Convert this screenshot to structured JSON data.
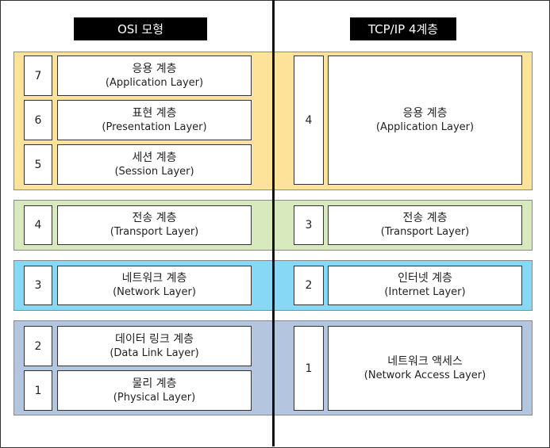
{
  "headers": {
    "osi": "OSI 모형",
    "tcpip": "TCP/IP 4계층"
  },
  "colors": {
    "application_band": "#fde29a",
    "transport_band": "#d7e9bd",
    "network_band": "#86d8f4",
    "link_band": "#b4c5df",
    "header_bg": "#000000",
    "header_text": "#ffffff",
    "box_border": "#333333"
  },
  "osi": [
    {
      "num": "7",
      "ko": "응용 계층",
      "en": "(Application Layer)"
    },
    {
      "num": "6",
      "ko": "표현 계층",
      "en": "(Presentation Layer)"
    },
    {
      "num": "5",
      "ko": "세션 계층",
      "en": "(Session Layer)"
    },
    {
      "num": "4",
      "ko": "전송 계층",
      "en": "(Transport Layer)"
    },
    {
      "num": "3",
      "ko": "네트워크 계층",
      "en": "(Network Layer)"
    },
    {
      "num": "2",
      "ko": "데이터 링크 계층",
      "en": "(Data Link Layer)"
    },
    {
      "num": "1",
      "ko": "물리 계층",
      "en": "(Physical Layer)"
    }
  ],
  "tcpip": [
    {
      "num": "4",
      "ko": "응용 계층",
      "en": "(Application Layer)"
    },
    {
      "num": "3",
      "ko": "전송 계층",
      "en": "(Transport Layer)"
    },
    {
      "num": "2",
      "ko": "인터넷 계층",
      "en": "(Internet Layer)"
    },
    {
      "num": "1",
      "ko": "네트워크 액세스",
      "en": "(Network Access Layer)"
    }
  ]
}
